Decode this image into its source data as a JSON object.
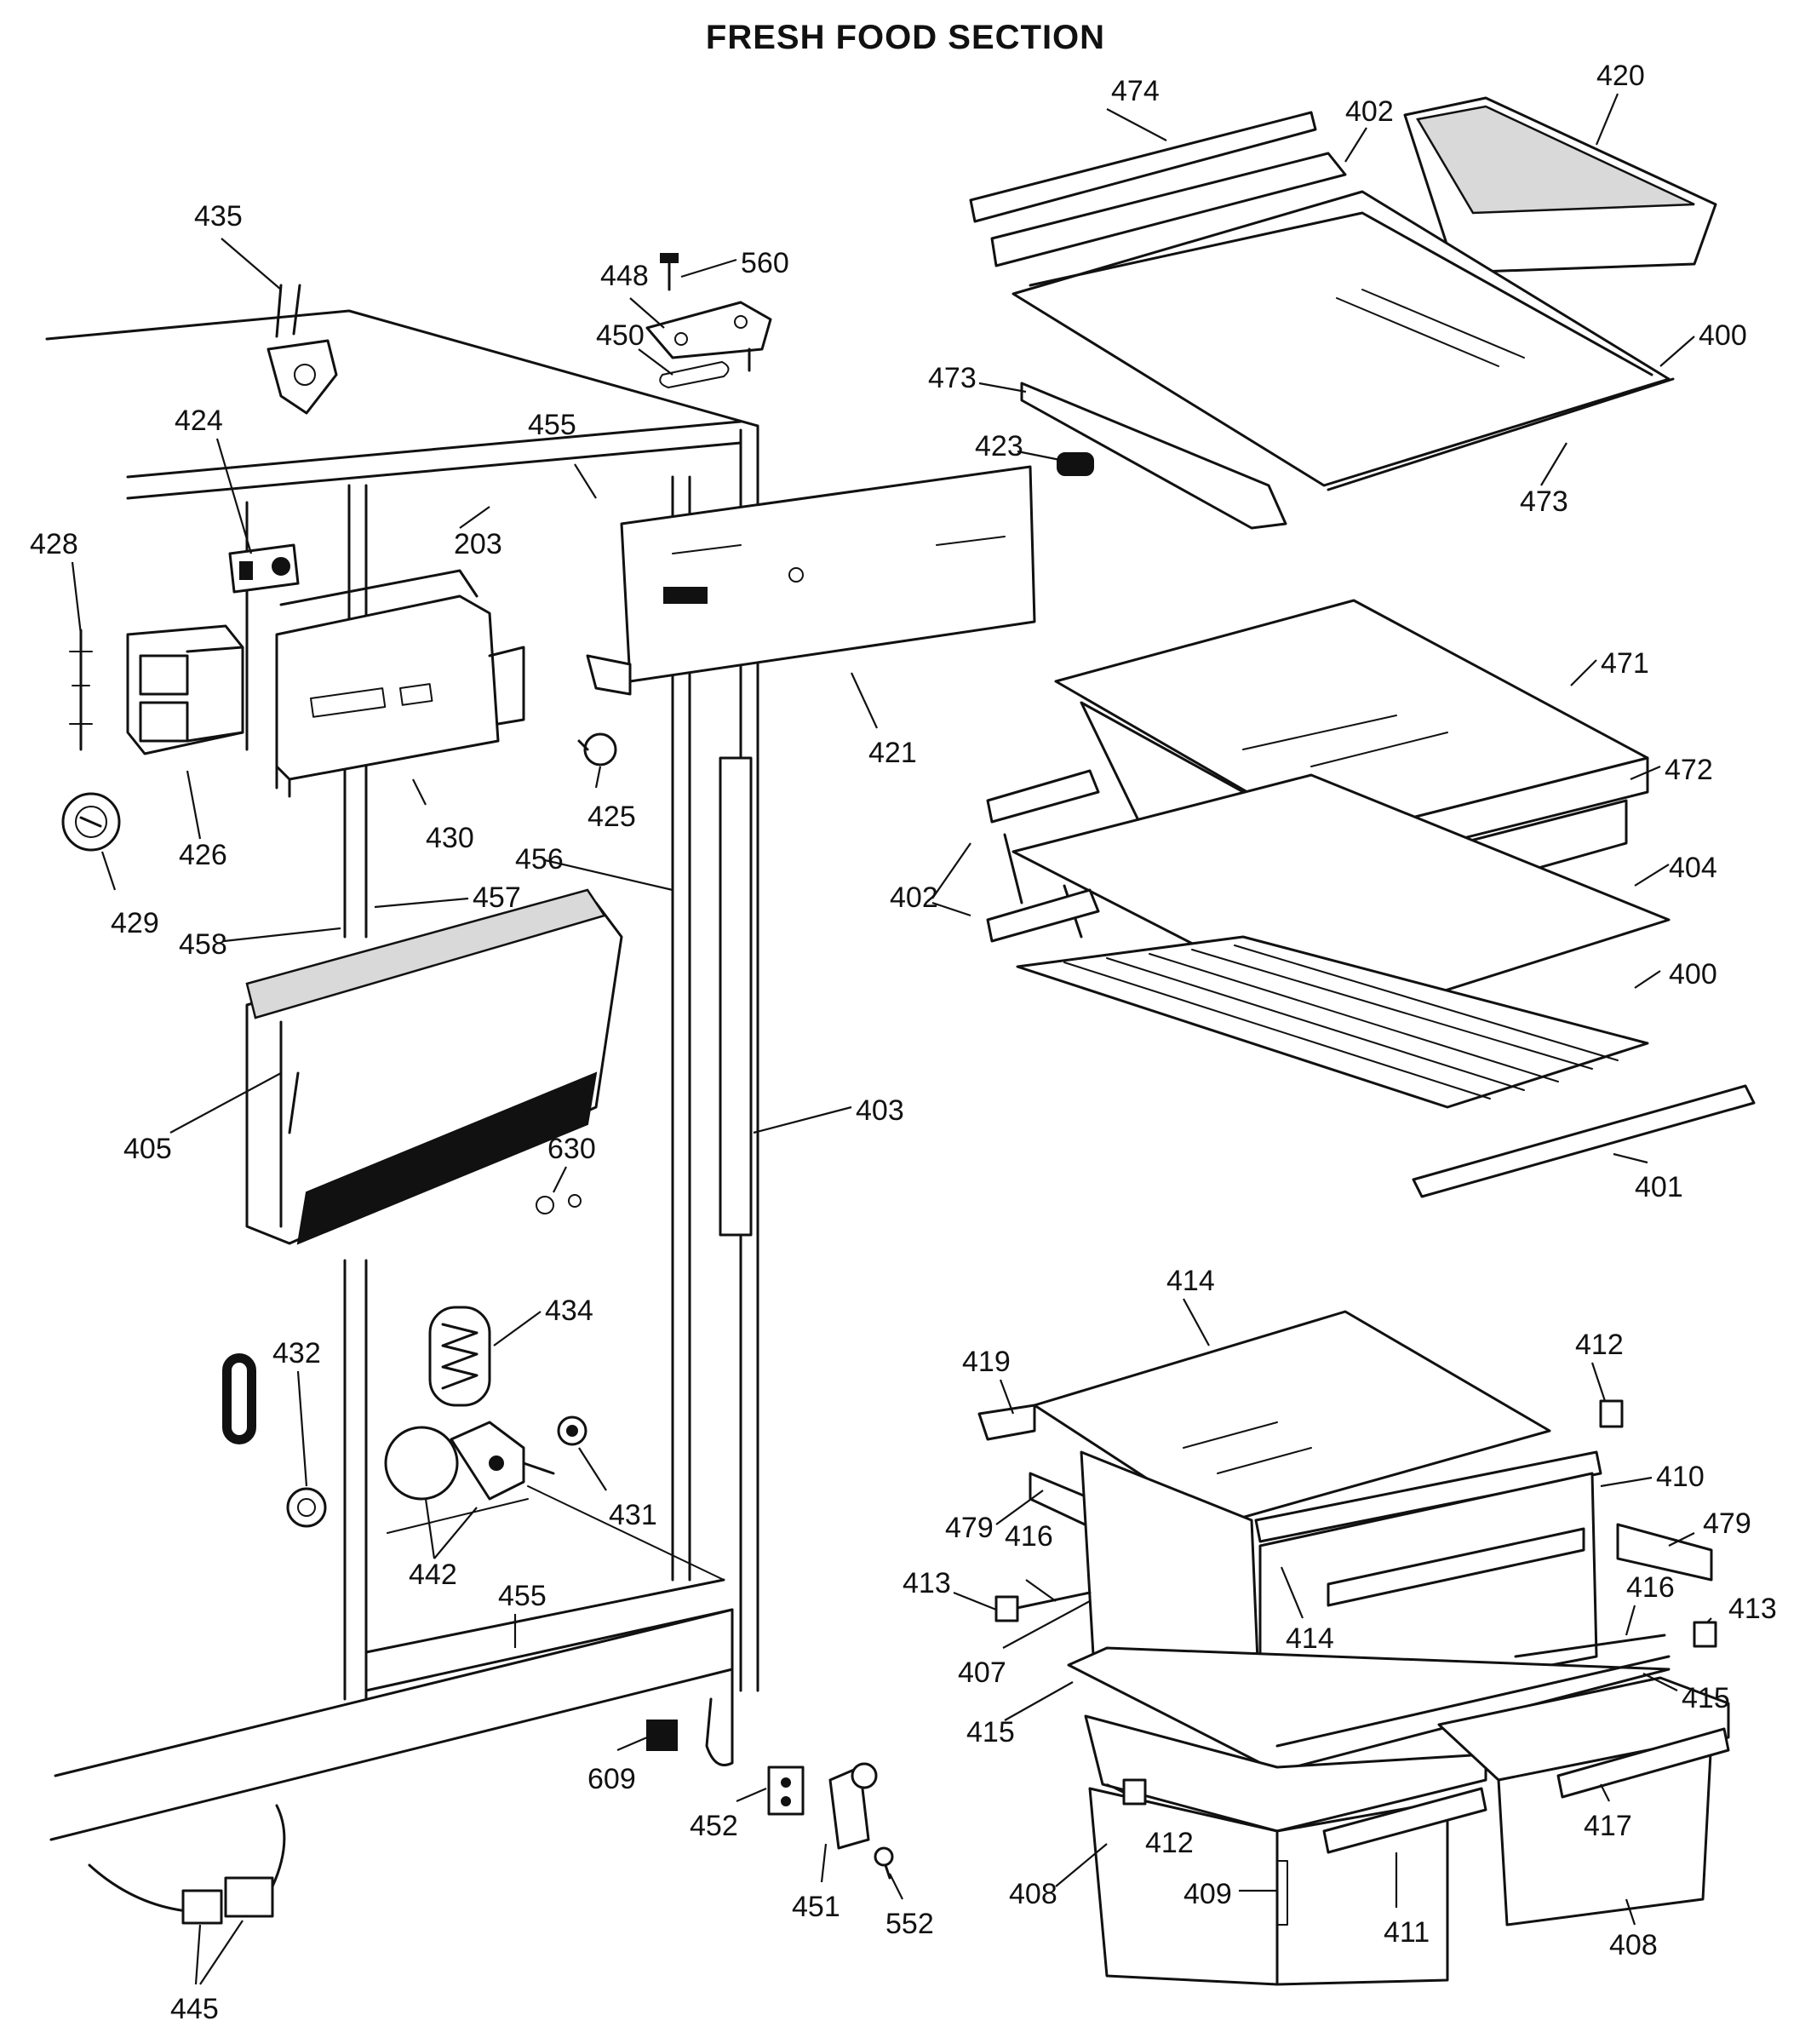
{
  "title": "FRESH FOOD SECTION",
  "colors": {
    "ink": "#111111",
    "paper": "#ffffff"
  },
  "callouts": [
    {
      "id": "c474",
      "label": "474"
    },
    {
      "id": "c402a",
      "label": "402"
    },
    {
      "id": "c420",
      "label": "420"
    },
    {
      "id": "c435",
      "label": "435"
    },
    {
      "id": "c448",
      "label": "448"
    },
    {
      "id": "c560",
      "label": "560"
    },
    {
      "id": "c450",
      "label": "450"
    },
    {
      "id": "c400a",
      "label": "400"
    },
    {
      "id": "c473a",
      "label": "473"
    },
    {
      "id": "c473b",
      "label": "473"
    },
    {
      "id": "c424",
      "label": "424"
    },
    {
      "id": "c455a",
      "label": "455"
    },
    {
      "id": "c423",
      "label": "423"
    },
    {
      "id": "c428",
      "label": "428"
    },
    {
      "id": "c203",
      "label": "203"
    },
    {
      "id": "c471",
      "label": "471"
    },
    {
      "id": "c472",
      "label": "472"
    },
    {
      "id": "c421",
      "label": "421"
    },
    {
      "id": "c426",
      "label": "426"
    },
    {
      "id": "c430",
      "label": "430"
    },
    {
      "id": "c425",
      "label": "425"
    },
    {
      "id": "c429",
      "label": "429"
    },
    {
      "id": "c456",
      "label": "456"
    },
    {
      "id": "c457",
      "label": "457"
    },
    {
      "id": "c458",
      "label": "458"
    },
    {
      "id": "c402b",
      "label": "402"
    },
    {
      "id": "c404",
      "label": "404"
    },
    {
      "id": "c400b",
      "label": "400"
    },
    {
      "id": "c405",
      "label": "405"
    },
    {
      "id": "c403",
      "label": "403"
    },
    {
      "id": "c630",
      "label": "630"
    },
    {
      "id": "c401",
      "label": "401"
    },
    {
      "id": "c414a",
      "label": "414"
    },
    {
      "id": "c434",
      "label": "434"
    },
    {
      "id": "c419",
      "label": "419"
    },
    {
      "id": "c412a",
      "label": "412"
    },
    {
      "id": "c432",
      "label": "432"
    },
    {
      "id": "c410",
      "label": "410"
    },
    {
      "id": "c431",
      "label": "431"
    },
    {
      "id": "c479a",
      "label": "479"
    },
    {
      "id": "c479b",
      "label": "479"
    },
    {
      "id": "c416a",
      "label": "416"
    },
    {
      "id": "c442",
      "label": "442"
    },
    {
      "id": "c413a",
      "label": "413"
    },
    {
      "id": "c455b",
      "label": "455"
    },
    {
      "id": "c414b",
      "label": "414"
    },
    {
      "id": "c416b",
      "label": "416"
    },
    {
      "id": "c413b",
      "label": "413"
    },
    {
      "id": "c407",
      "label": "407"
    },
    {
      "id": "c415a",
      "label": "415"
    },
    {
      "id": "c415b",
      "label": "415"
    },
    {
      "id": "c609",
      "label": "609"
    },
    {
      "id": "c452",
      "label": "452"
    },
    {
      "id": "c412b",
      "label": "412"
    },
    {
      "id": "c417",
      "label": "417"
    },
    {
      "id": "c451",
      "label": "451"
    },
    {
      "id": "c552",
      "label": "552"
    },
    {
      "id": "c408a",
      "label": "408"
    },
    {
      "id": "c409",
      "label": "409"
    },
    {
      "id": "c411",
      "label": "411"
    },
    {
      "id": "c408b",
      "label": "408"
    },
    {
      "id": "c445",
      "label": "445"
    }
  ]
}
